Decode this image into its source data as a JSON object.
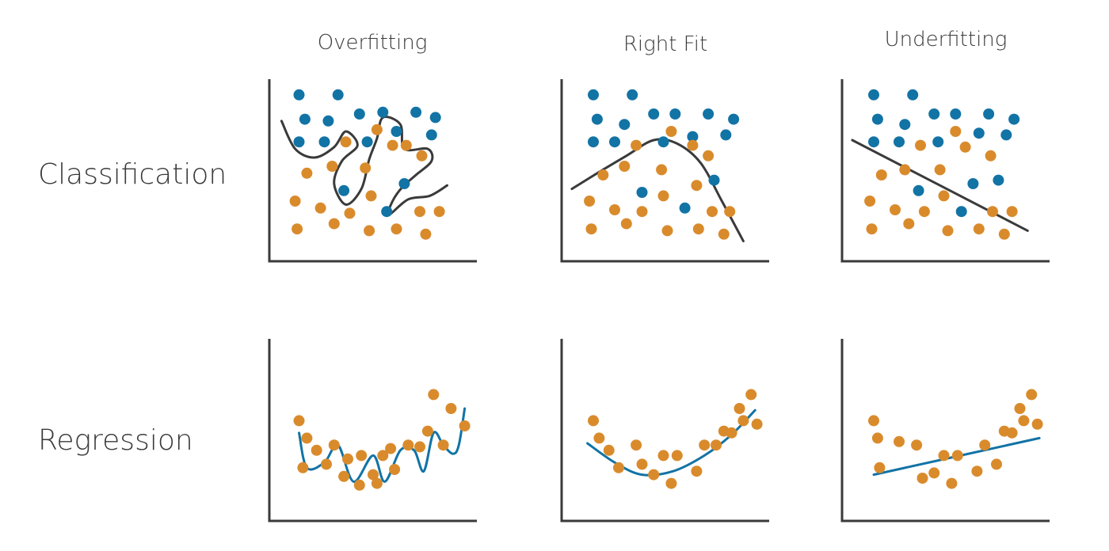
{
  "columns": [
    {
      "title": "Overfitting"
    },
    {
      "title": "Right Fit"
    },
    {
      "title": "Underfitting"
    }
  ],
  "rows": [
    {
      "title": "Classification"
    },
    {
      "title": "Regression"
    }
  ],
  "colors": {
    "class_a": "#1273a5",
    "class_b": "#d98b2c",
    "axis": "#3a3a3a",
    "boundary": "#3a3a3a",
    "regression_line": "#1273a5",
    "text": "#3a3a3a"
  },
  "chart_data": [
    {
      "type": "scatter",
      "panel": "classification-overfitting",
      "series": [
        {
          "name": "",
          "class": "a",
          "x": [
            1.2,
            3.2,
            1.5,
            2.7,
            4.3,
            5.5,
            7.2,
            8.2,
            1.2,
            2.5,
            4.7,
            6.2,
            8.0,
            3.5,
            6.6,
            5.7
          ],
          "y": [
            9.1,
            9.1,
            7.7,
            7.6,
            8.0,
            8.1,
            8.1,
            7.8,
            6.4,
            6.4,
            6.4,
            7.0,
            6.8,
            3.6,
            4.0,
            2.4
          ]
        },
        {
          "name": "",
          "class": "b",
          "x": [
            3.6,
            5.2,
            6.0,
            6.7,
            7.5,
            2.9,
            4.6,
            1.6,
            1.0,
            2.3,
            3.8,
            4.9,
            7.4,
            8.4,
            1.1,
            3.0,
            4.8,
            6.2,
            7.7
          ],
          "y": [
            6.4,
            7.1,
            6.2,
            6.2,
            5.6,
            5.0,
            4.9,
            4.6,
            3.0,
            2.6,
            2.3,
            3.3,
            2.4,
            2.4,
            1.4,
            1.7,
            1.3,
            1.4,
            1.1
          ]
        }
      ],
      "boundary": "wiggly"
    },
    {
      "type": "scatter",
      "panel": "classification-right-fit",
      "series": [
        {
          "name": "",
          "class": "a",
          "x": [
            1.3,
            3.3,
            1.5,
            2.9,
            4.4,
            5.5,
            7.2,
            8.5,
            1.3,
            2.4,
            4.9,
            6.4,
            8.1,
            3.8,
            6.0,
            7.5
          ],
          "y": [
            9.1,
            9.1,
            7.7,
            7.4,
            8.0,
            8.0,
            8.0,
            7.7,
            6.4,
            6.4,
            6.4,
            6.7,
            6.8,
            3.5,
            2.6,
            4.2
          ]
        },
        {
          "name": "",
          "class": "b",
          "x": [
            5.3,
            3.5,
            6.4,
            7.2,
            2.9,
            4.8,
            1.8,
            6.6,
            1.1,
            2.4,
            3.8,
            4.9,
            7.4,
            8.3,
            1.2,
            3.0,
            5.1,
            6.7,
            8.0
          ],
          "y": [
            7.0,
            6.2,
            6.2,
            5.6,
            5.0,
            4.8,
            4.5,
            3.9,
            3.0,
            2.5,
            2.4,
            3.3,
            2.4,
            2.4,
            1.4,
            1.7,
            1.3,
            1.4,
            1.1
          ]
        }
      ],
      "boundary": "curve"
    },
    {
      "type": "scatter",
      "panel": "classification-underfitting",
      "series": [
        {
          "name": "",
          "class": "a",
          "x": [
            1.3,
            3.3,
            1.5,
            2.9,
            4.4,
            5.5,
            7.2,
            8.5,
            1.3,
            2.6,
            4.6,
            6.7,
            8.1,
            3.6,
            6.4,
            7.7,
            5.8
          ],
          "y": [
            9.1,
            9.1,
            7.7,
            7.4,
            8.0,
            8.0,
            8.0,
            7.7,
            6.4,
            6.4,
            6.4,
            6.9,
            6.8,
            3.6,
            4.0,
            4.2,
            2.4
          ]
        },
        {
          "name": "",
          "class": "b",
          "x": [
            5.5,
            3.7,
            6.0,
            7.3,
            2.9,
            4.7,
            1.7,
            1.1,
            2.4,
            3.9,
            4.9,
            7.4,
            8.4,
            1.2,
            3.1,
            5.1,
            6.7,
            8.0
          ],
          "y": [
            7.0,
            6.2,
            6.1,
            5.6,
            4.8,
            4.8,
            4.5,
            3.0,
            2.5,
            2.4,
            3.3,
            2.4,
            2.4,
            1.4,
            1.7,
            1.3,
            1.4,
            1.1
          ]
        }
      ],
      "boundary": "straight"
    },
    {
      "type": "scatter",
      "panel": "regression-overfitting",
      "series": [
        {
          "name": "",
          "x": [
            1.2,
            1.6,
            2.1,
            1.4,
            3.0,
            2.6,
            3.5,
            3.7,
            4.4,
            4.3,
            5.0,
            5.5,
            5.2,
            5.9,
            6.1,
            6.8,
            7.4,
            7.8,
            8.6,
            9.0,
            8.1,
            9.7
          ],
          "y": [
            5.3,
            4.3,
            3.6,
            2.6,
            3.9,
            2.8,
            2.1,
            3.1,
            3.3,
            1.6,
            2.2,
            3.3,
            1.7,
            3.7,
            2.5,
            3.9,
            3.8,
            4.7,
            3.9,
            6.0,
            6.8,
            5.0
          ]
        }
      ],
      "fit": "wiggly"
    },
    {
      "type": "scatter",
      "panel": "regression-right-fit",
      "series": [
        {
          "name": "",
          "x": [
            1.3,
            1.6,
            2.1,
            2.6,
            3.5,
            3.8,
            4.4,
            4.9,
            5.6,
            5.3,
            6.6,
            7.0,
            7.6,
            8.0,
            8.4,
            9.0,
            8.8,
            9.4,
            9.7
          ],
          "y": [
            5.3,
            4.3,
            3.6,
            2.6,
            3.9,
            2.8,
            2.2,
            3.3,
            3.3,
            1.7,
            2.4,
            3.9,
            3.9,
            4.7,
            4.6,
            5.3,
            6.0,
            6.8,
            5.1
          ]
        }
      ],
      "fit": "smooth"
    },
    {
      "type": "scatter",
      "panel": "regression-underfitting",
      "series": [
        {
          "name": "",
          "x": [
            1.3,
            1.5,
            1.6,
            2.6,
            3.5,
            3.8,
            4.4,
            4.9,
            5.6,
            5.3,
            6.6,
            7.0,
            7.6,
            8.0,
            8.4,
            9.0,
            8.8,
            9.4,
            9.7
          ],
          "y": [
            5.3,
            4.3,
            2.6,
            4.1,
            3.9,
            2.0,
            2.3,
            3.3,
            3.3,
            1.7,
            2.4,
            3.9,
            2.8,
            4.7,
            4.6,
            5.3,
            6.0,
            6.8,
            5.1
          ]
        }
      ],
      "fit": "linear"
    }
  ]
}
